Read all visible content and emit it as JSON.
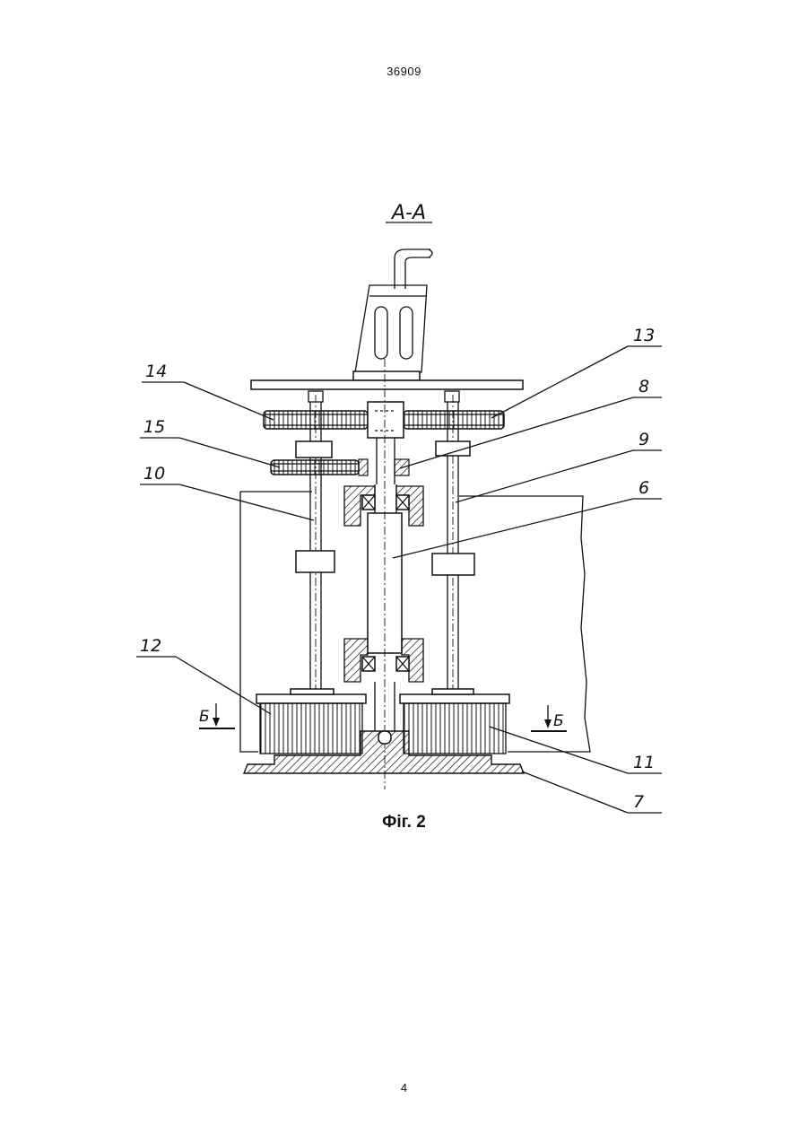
{
  "header": {
    "document_number": "36909"
  },
  "figure": {
    "section_label": "А-А",
    "caption": "Фіг. 2",
    "section_marks": [
      "Б",
      "Б"
    ],
    "callouts": [
      {
        "id": "c14",
        "label": "14"
      },
      {
        "id": "c15",
        "label": "15"
      },
      {
        "id": "c10",
        "label": "10"
      },
      {
        "id": "c12",
        "label": "12"
      },
      {
        "id": "c13",
        "label": "13"
      },
      {
        "id": "c8",
        "label": "8"
      },
      {
        "id": "c9",
        "label": "9"
      },
      {
        "id": "c6",
        "label": "6"
      },
      {
        "id": "c11",
        "label": "11"
      },
      {
        "id": "c7",
        "label": "7"
      }
    ]
  },
  "footer": {
    "page_number": "4"
  }
}
